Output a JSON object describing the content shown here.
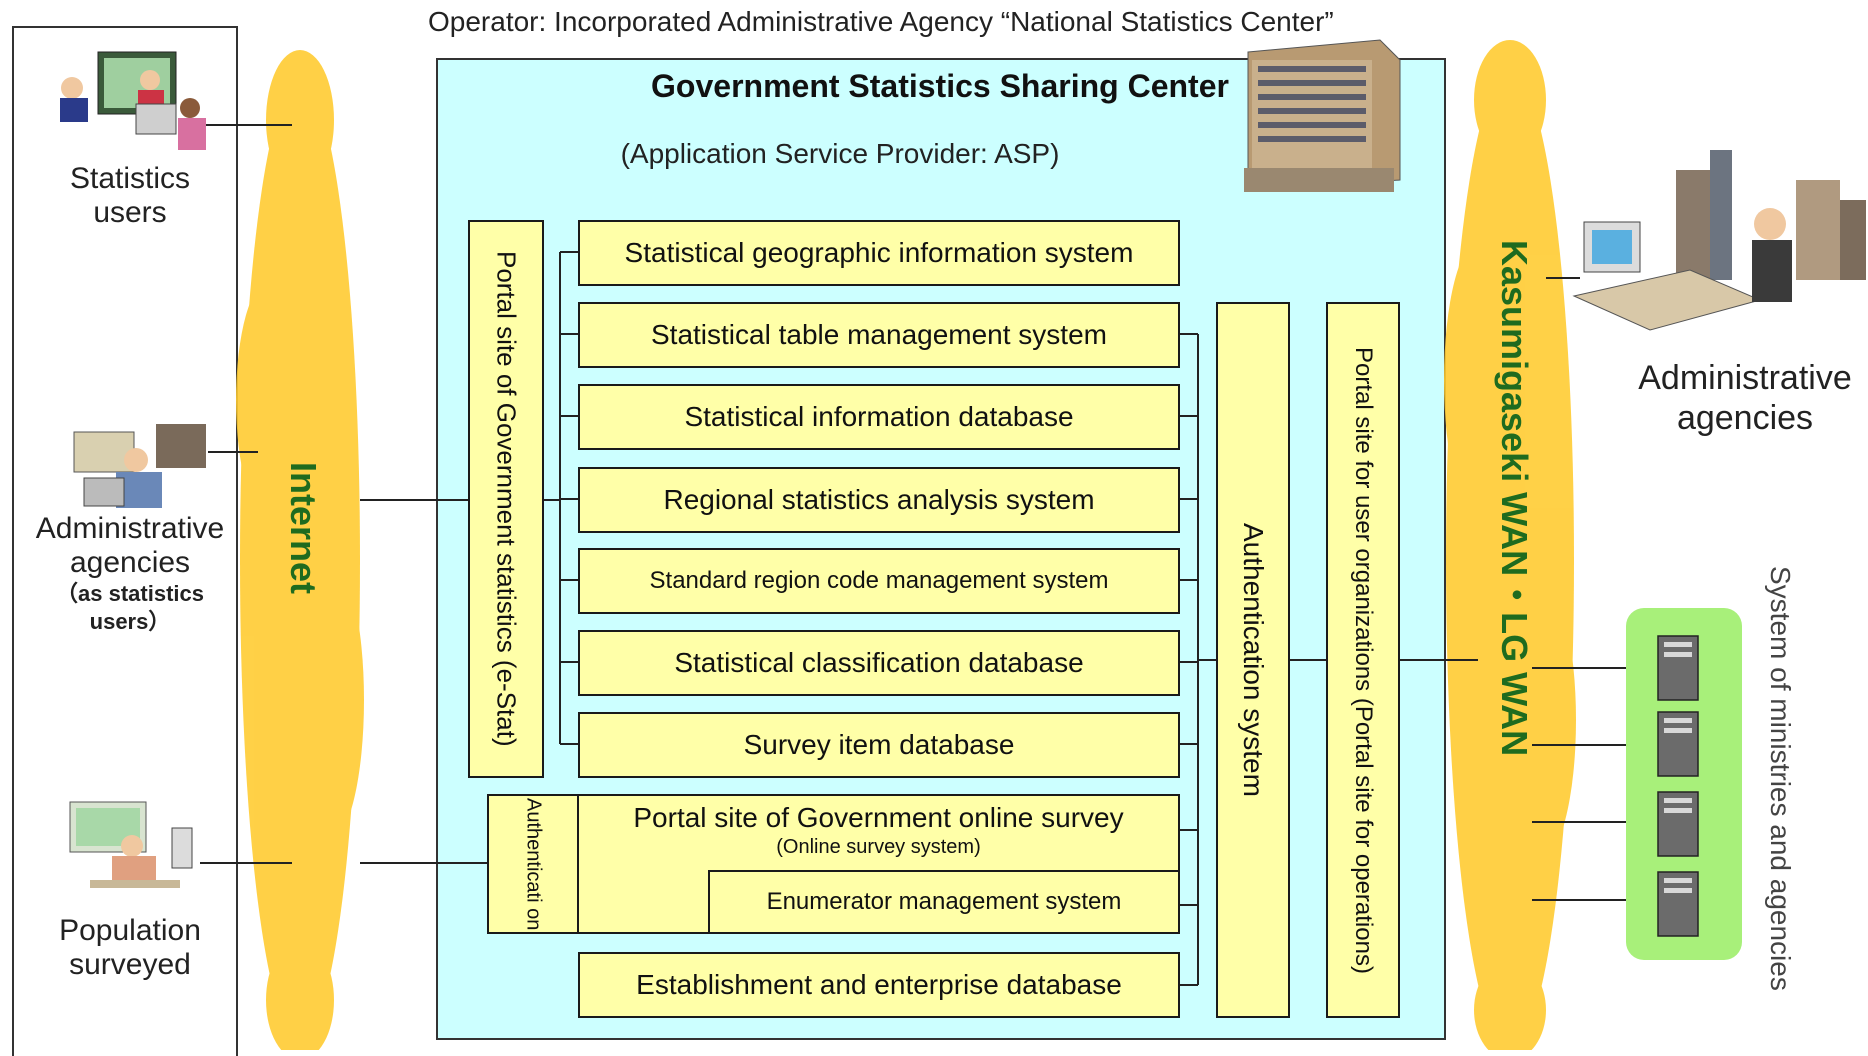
{
  "header": {
    "operator": "Operator: Incorporated Administrative Agency “National Statistics Center”"
  },
  "center": {
    "title": "Government Statistics Sharing Center",
    "subtitle": "(Application Service Provider: ASP)"
  },
  "networks": {
    "internet": "Internet",
    "wan": "Kasumigaseki WAN・LG WAN"
  },
  "left_actors": {
    "statistics_users": [
      "Statistics",
      "users"
    ],
    "admin_users": [
      "Administrative",
      "agencies",
      "（as statistics",
      "users）"
    ],
    "population": [
      "Population",
      "surveyed"
    ]
  },
  "right_actors": {
    "admin_agencies": [
      "Administrative",
      "agencies"
    ],
    "ministries": "System of ministries and agencies"
  },
  "portals": {
    "estat": "Portal site of Government statistics (e-Stat)",
    "auth_small": "Authenticati on",
    "auth_system": "Authentication system",
    "user_orgs": "Portal site for user organizations (Portal site for operations)"
  },
  "systems": {
    "geo": "Statistical geographic information system",
    "table": "Statistical table management system",
    "info_db": "Statistical information database",
    "regional": "Regional statistics analysis system",
    "region_code": "Standard region code management system",
    "classification": "Statistical classification database",
    "survey_item": "Survey item database",
    "online_survey": "Portal site of Government online survey",
    "online_survey_sub": "(Online  survey system)",
    "enumerator": "Enumerator management system",
    "establishment": "Establishment and enterprise database"
  },
  "colors": {
    "center_bg": "#ccffff",
    "box_bg": "#ffffa8",
    "cloud": "#ffcc33",
    "internet_text": "#1f6b1f",
    "ministry_bg": "#a8f07a"
  },
  "icons": {
    "statistics_users": "people-meeting-icon",
    "admin_users": "person-at-computer-icon",
    "population": "person-at-terminal-icon",
    "admin_agencies": "worker-with-buildings-icon",
    "building": "office-building-icon",
    "servers": "server-icon"
  }
}
